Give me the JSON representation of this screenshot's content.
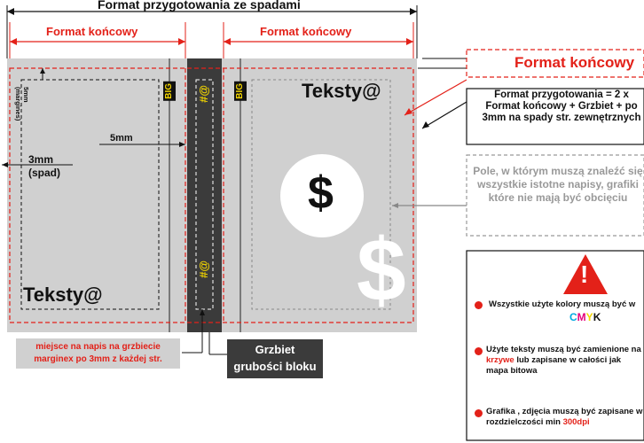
{
  "header": {
    "bleed_format_label": "Format przygotowania ze spadami",
    "final_format_left": "Format końcowy",
    "final_format_right": "Format końcowy"
  },
  "cover": {
    "back_text": "Teksty@",
    "front_text": "Teksty@",
    "crease_left": "BIG",
    "crease_right": "BIG",
    "spine_marker_top": "#@",
    "spine_marker_bottom": "#@",
    "dollar_sign": "$",
    "big_dollar": "$"
  },
  "annotations": {
    "margin_label": "5mm\n(margines)",
    "inner_margin": "5mm",
    "bleed": "3mm\n(spad)"
  },
  "callouts": {
    "spine_text_note_line1": "miejsce na napis na grzbiecie",
    "spine_text_note_line2": "marginex po 3mm z każdej str.",
    "spine_thickness_line1": "Grzbiet",
    "spine_thickness_line2": "grubości bloku",
    "final_format": "Format końcowy",
    "bleed_format": "Format przygotowania = 2 x Format końcowy + Grzbiet + po 3mm na spady str. zewnętrznych",
    "safe_area": "Pole, w którym muszą znaleźć się wszystkie istotne napisy, grafiki które nie mają być obcięciu"
  },
  "rules": {
    "warning_symbol": "!",
    "rule1": "Wszystkie użyte kolory muszą być w",
    "cmyk": [
      "C",
      "M",
      "Y",
      "K"
    ],
    "rule2_part1": "Użyte teksty muszą być zamienione na",
    "rule2_red": "krzywe",
    "rule2_part2": " lub zapisane w całości jak mapa bitowa",
    "rule3_part1": "Grafika , zdjęcia muszą być zapisane w rozdzielczości min ",
    "rule3_red": "300dpi"
  },
  "colors": {
    "red": "#e32119",
    "cover_gray": "#d0d0d0",
    "spine": "#3b3b3b",
    "yellow": "#f1d400"
  }
}
